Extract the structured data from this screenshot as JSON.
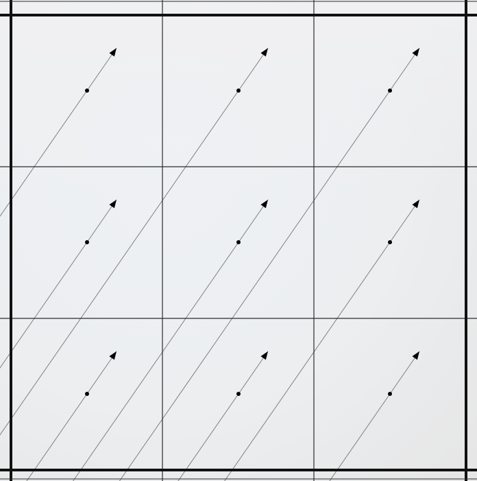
{
  "diagram": {
    "grid": {
      "rows": 3,
      "cols": 3
    },
    "colors": {
      "background_top": "#f1f1f3",
      "background_tint": "#eef1f4",
      "background_bottom": "#e6e6e6",
      "grid_line": "#2a2a2a",
      "frame_line": "#111111",
      "ray": "#808080",
      "dot": "#000000",
      "arrowhead": "#000000"
    },
    "cells": [
      {
        "row": 0,
        "col": 0,
        "has_dot": true,
        "has_arrow": true
      },
      {
        "row": 0,
        "col": 1,
        "has_dot": true,
        "has_arrow": true
      },
      {
        "row": 0,
        "col": 2,
        "has_dot": true,
        "has_arrow": true
      },
      {
        "row": 1,
        "col": 0,
        "has_dot": true,
        "has_arrow": true
      },
      {
        "row": 1,
        "col": 1,
        "has_dot": true,
        "has_arrow": true
      },
      {
        "row": 1,
        "col": 2,
        "has_dot": true,
        "has_arrow": true
      },
      {
        "row": 2,
        "col": 0,
        "has_dot": true,
        "has_arrow": true
      },
      {
        "row": 2,
        "col": 1,
        "has_dot": true,
        "has_arrow": true
      },
      {
        "row": 2,
        "col": 2,
        "has_dot": true,
        "has_arrow": true
      }
    ]
  }
}
